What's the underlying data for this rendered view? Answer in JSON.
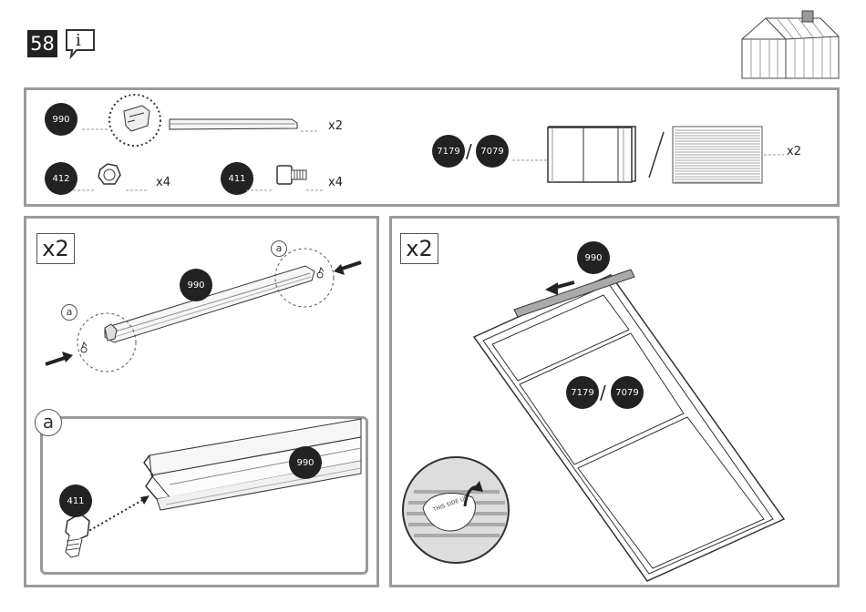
{
  "header": {
    "step_number": "58",
    "info_glyph": "i",
    "info_icon": "info-speech-bubble-icon",
    "greenhouse_icon": "greenhouse-icon"
  },
  "parts": {
    "p990": {
      "label": "990",
      "qty": "x2"
    },
    "p412": {
      "label": "412",
      "qty": "x4"
    },
    "p411": {
      "label": "411",
      "qty": "x4"
    },
    "panels": {
      "label_a": "7179",
      "label_b": "7079",
      "sep": "/",
      "qty": "x2",
      "or_sep": "/"
    }
  },
  "left_step": {
    "count": "x2",
    "part_label": "990",
    "callout_letter": "a",
    "detail": {
      "letter": "a",
      "screw_label": "411",
      "rail_label": "990"
    }
  },
  "right_step": {
    "count": "x2",
    "rail_label": "990",
    "panel_label_a": "7179",
    "panel_label_b": "7079",
    "sep": "/",
    "film_text": "THIS SIDE UP"
  }
}
